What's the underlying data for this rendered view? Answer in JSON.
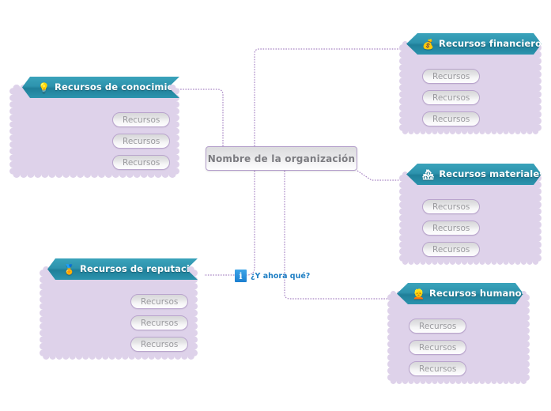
{
  "diagram": {
    "type": "mind-map",
    "background_color": "#ffffff",
    "accent_colors": {
      "branch_header_teal": "#2d93ad",
      "branch_panel_purple": "#ded2ea",
      "connector_purple": "#a885c4",
      "node_border_purple": "#b49fcb",
      "node_text_gray": "#7b7b80",
      "info_blue": "#1f7fc4"
    }
  },
  "root": {
    "label": "Nombre de la organización"
  },
  "info_node": {
    "icon": "info-icon",
    "icon_glyph": "i",
    "label": "¿Y ahora qué?"
  },
  "branches": [
    {
      "id": "conocimiento",
      "label": "Recursos de conocimiento",
      "icon": "lightbulb-icon",
      "icon_glyph": "💡",
      "side": "left",
      "children": [
        {
          "label": "Recursos"
        },
        {
          "label": "Recursos"
        },
        {
          "label": "Recursos"
        }
      ]
    },
    {
      "id": "financieros",
      "label": "Recursos financieros",
      "icon": "money-bag-icon",
      "icon_glyph": "💰",
      "side": "right",
      "children": [
        {
          "label": "Recursos"
        },
        {
          "label": "Recursos"
        },
        {
          "label": "Recursos"
        }
      ]
    },
    {
      "id": "materiales",
      "label": "Recursos materiales",
      "icon": "houses-icon",
      "icon_glyph": "🏘",
      "side": "right",
      "children": [
        {
          "label": "Recursos"
        },
        {
          "label": "Recursos"
        },
        {
          "label": "Recursos"
        }
      ]
    },
    {
      "id": "humanos",
      "label": "Recursos humanos",
      "icon": "person-icon",
      "icon_glyph": "👱",
      "side": "right",
      "children": [
        {
          "label": "Recursos"
        },
        {
          "label": "Recursos"
        },
        {
          "label": "Recursos"
        }
      ]
    },
    {
      "id": "reputacion",
      "label": "Recursos de reputación",
      "icon": "gold-wing-icon",
      "icon_glyph": "🏅",
      "side": "left",
      "children": [
        {
          "label": "Recursos"
        },
        {
          "label": "Recursos"
        },
        {
          "label": "Recursos"
        }
      ]
    }
  ]
}
